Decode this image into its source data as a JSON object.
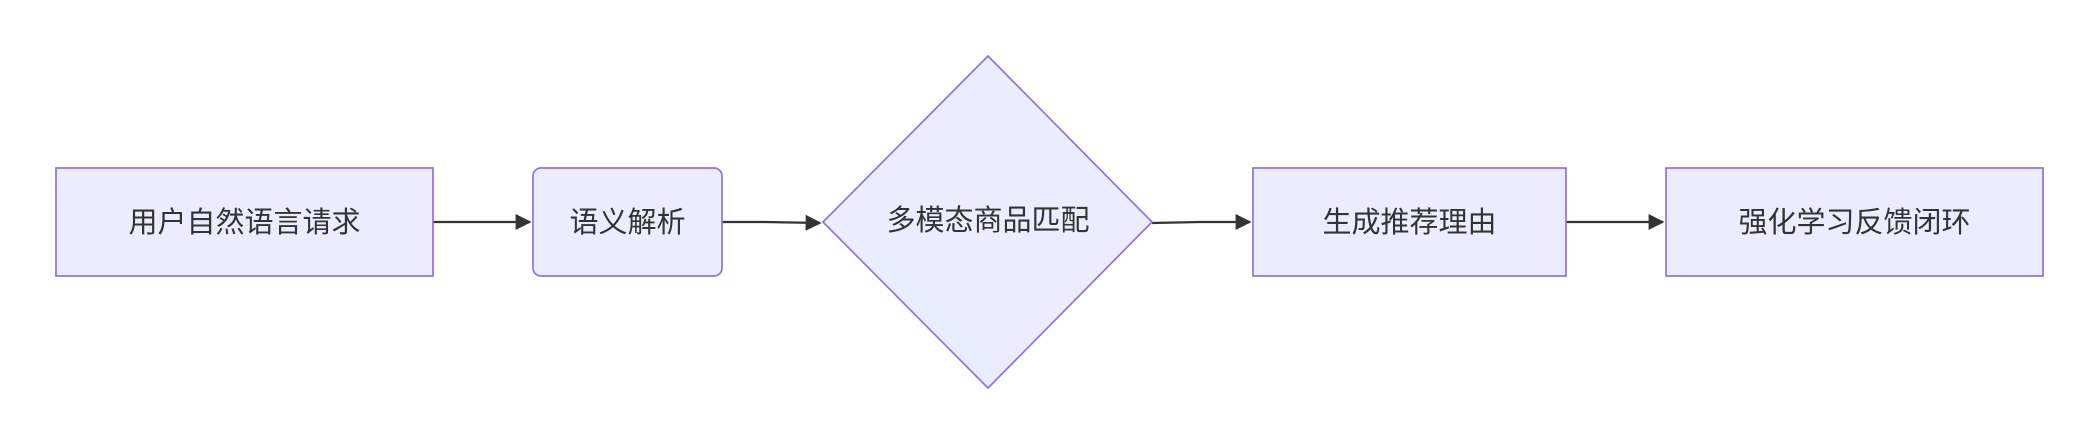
{
  "diagram": {
    "type": "flowchart",
    "direction": "left-to-right",
    "colors": {
      "node_fill": "#ececff",
      "node_stroke": "#9370db",
      "edge": "#333333",
      "text": "#333333",
      "background": "#ffffff"
    },
    "nodes": [
      {
        "id": "n1",
        "shape": "rect",
        "label": "用户自然语言请求"
      },
      {
        "id": "n2",
        "shape": "rounded-rect",
        "label": "语义解析"
      },
      {
        "id": "n3",
        "shape": "diamond",
        "label": "多模态商品匹配"
      },
      {
        "id": "n4",
        "shape": "rect",
        "label": "生成推荐理由"
      },
      {
        "id": "n5",
        "shape": "rect",
        "label": "强化学习反馈闭环"
      }
    ],
    "edges": [
      {
        "from": "n1",
        "to": "n2"
      },
      {
        "from": "n2",
        "to": "n3"
      },
      {
        "from": "n3",
        "to": "n4"
      },
      {
        "from": "n4",
        "to": "n5"
      }
    ]
  }
}
